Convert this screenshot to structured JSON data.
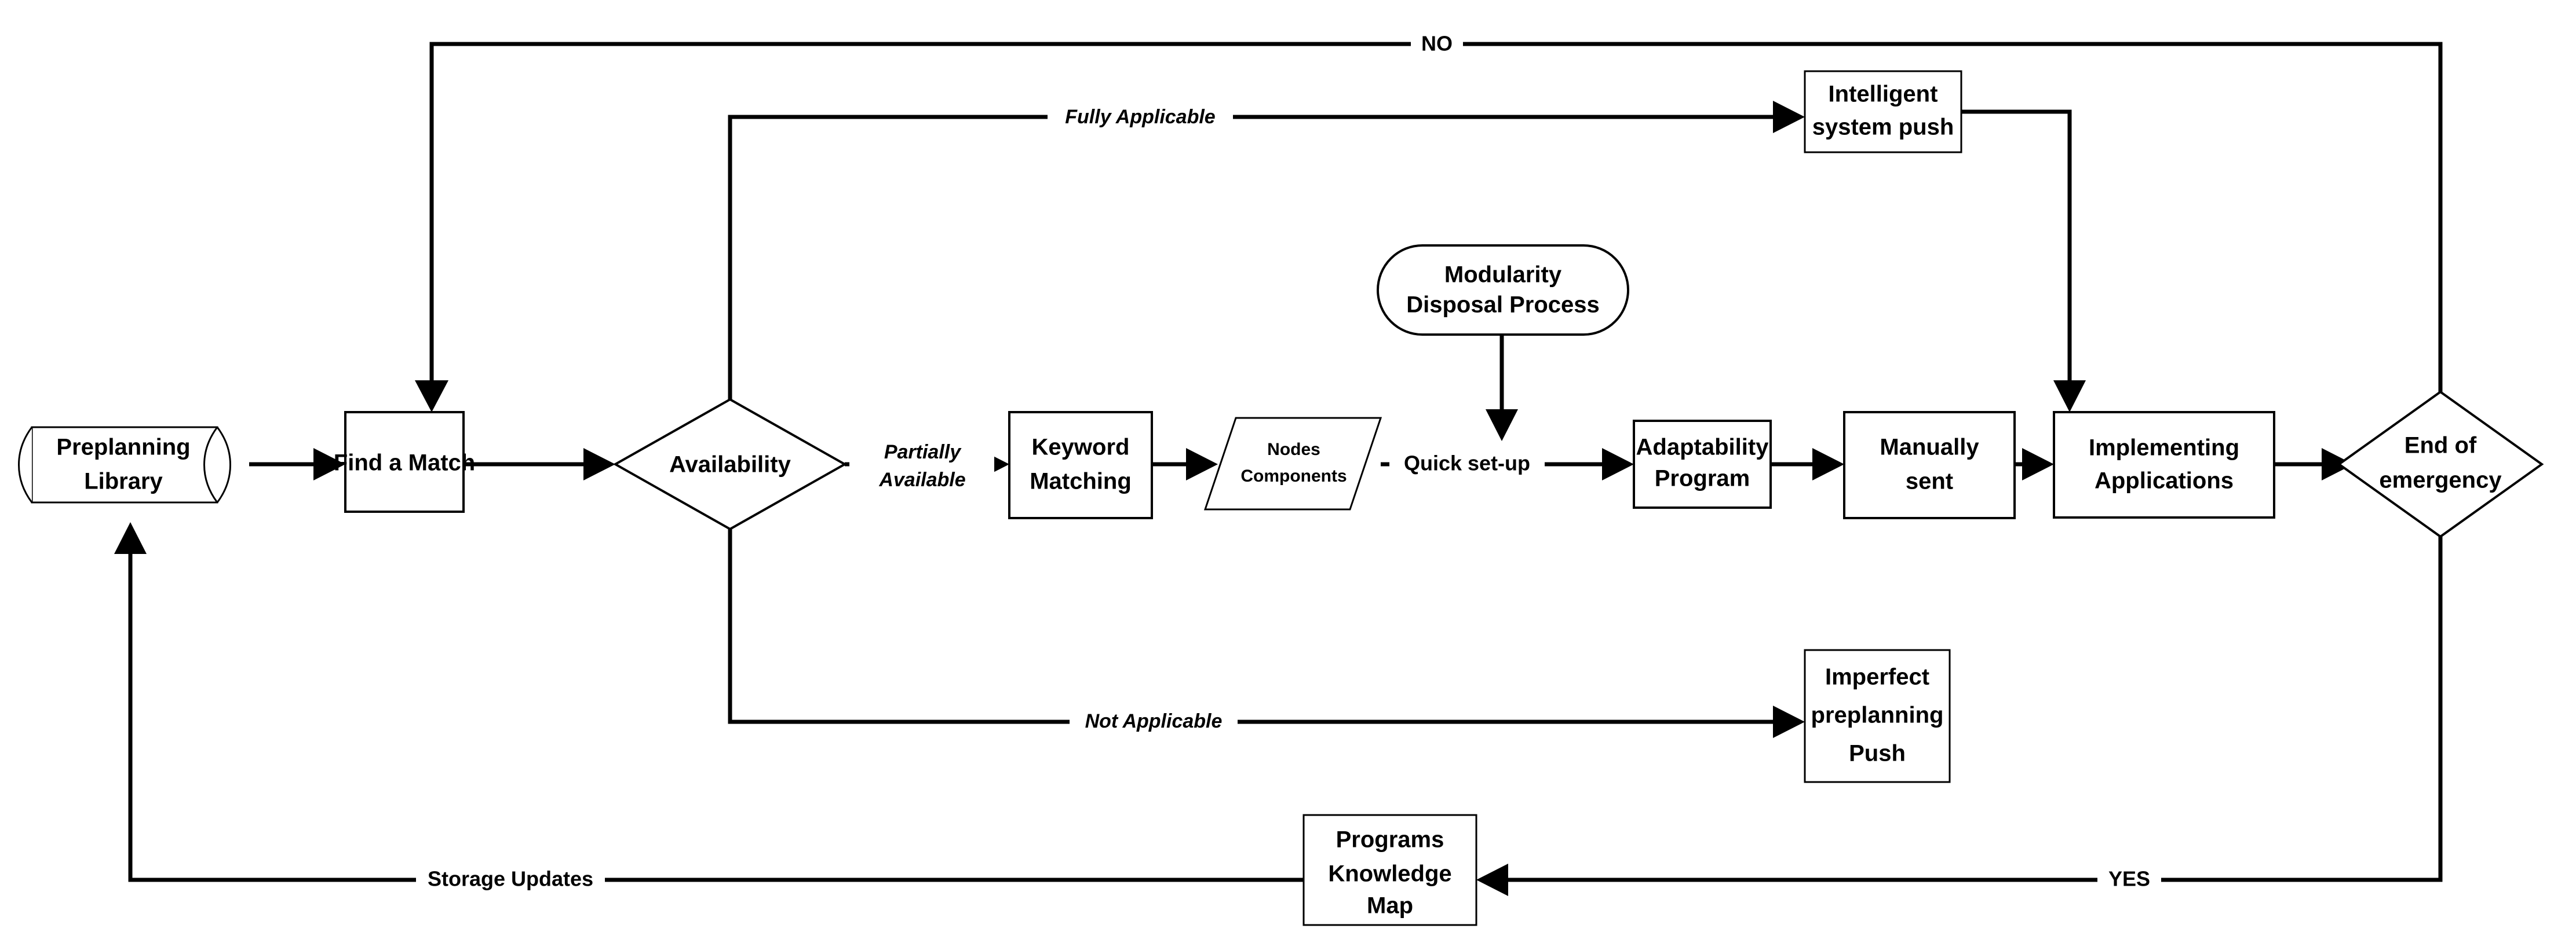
{
  "diagram": {
    "title": "Emergency Preplanning Response Flowchart",
    "stroke_color": "#000000",
    "fill_color": "#ffffff",
    "background": "#ffffff"
  },
  "nodes": [
    {
      "id": "preplanning-library",
      "shape": "cylinder",
      "lines": [
        "Preplanning",
        "Library"
      ]
    },
    {
      "id": "find-a-match",
      "shape": "rectangle",
      "lines": [
        "Find a Match"
      ]
    },
    {
      "id": "availability",
      "shape": "diamond",
      "lines": [
        "Availability"
      ]
    },
    {
      "id": "keyword-matching",
      "shape": "rectangle",
      "lines": [
        "Keyword",
        "Matching"
      ]
    },
    {
      "id": "nodes-components",
      "shape": "parallelogram",
      "lines": [
        "Nodes",
        "Components"
      ]
    },
    {
      "id": "modularity-disposal-process",
      "shape": "rounded",
      "lines": [
        "Modularity",
        "Disposal Process"
      ]
    },
    {
      "id": "adaptability-program",
      "shape": "rectangle",
      "lines": [
        "Adaptability",
        "Program"
      ]
    },
    {
      "id": "manually-sent",
      "shape": "rectangle",
      "lines": [
        "Manually",
        "sent"
      ]
    },
    {
      "id": "implementing-applications",
      "shape": "rectangle",
      "lines": [
        "Implementing",
        "Applications"
      ]
    },
    {
      "id": "end-of-emergency",
      "shape": "diamond",
      "lines": [
        "End of",
        "emergency"
      ]
    },
    {
      "id": "intelligent-system-push",
      "shape": "rectangle",
      "lines": [
        "Intelligent",
        "system push"
      ]
    },
    {
      "id": "imperfect-preplanning-push",
      "shape": "rectangle",
      "lines": [
        "Imperfect",
        "preplanning",
        "Push"
      ]
    },
    {
      "id": "programs-knowledge-map",
      "shape": "rectangle",
      "lines": [
        "Programs",
        "Knowledge",
        "Map"
      ]
    }
  ],
  "node_text": {
    "preplanning_library_l1": "Preplanning",
    "preplanning_library_l2": "Library",
    "find_a_match": "Find a Match",
    "availability": "Availability",
    "keyword_matching_l1": "Keyword",
    "keyword_matching_l2": "Matching",
    "nodes_components_l1": "Nodes",
    "nodes_components_l2": "Components",
    "modularity_l1": "Modularity",
    "modularity_l2": "Disposal Process",
    "adaptability_l1": "Adaptability",
    "adaptability_l2": "Program",
    "manually_sent_l1": "Manually",
    "manually_sent_l2": "sent",
    "implementing_l1": "Implementing",
    "implementing_l2": "Applications",
    "end_of_emergency_l1": "End of",
    "end_of_emergency_l2": "emergency",
    "intelligent_push_l1": "Intelligent",
    "intelligent_push_l2": "system push",
    "imperfect_push_l1": "Imperfect",
    "imperfect_push_l2": "preplanning",
    "imperfect_push_l3": "Push",
    "programs_map_l1": "Programs",
    "programs_map_l2": "Knowledge",
    "programs_map_l3": "Map"
  },
  "edge_labels": {
    "no": "NO",
    "fully_applicable": "Fully Applicable",
    "partially_available_l1": "Partially",
    "partially_available_l2": "Available",
    "quick_set_up": "Quick set-up",
    "not_applicable": "Not Applicable",
    "storage_updates": "Storage Updates",
    "yes": "YES"
  },
  "edges": [
    {
      "from": "preplanning-library",
      "to": "find-a-match",
      "label": ""
    },
    {
      "from": "find-a-match",
      "to": "availability",
      "label": ""
    },
    {
      "from": "availability",
      "to": "keyword-matching",
      "label": "Partially Available"
    },
    {
      "from": "availability",
      "to": "intelligent-system-push",
      "label": "Fully Applicable"
    },
    {
      "from": "availability",
      "to": "imperfect-preplanning-push",
      "label": "Not Applicable"
    },
    {
      "from": "keyword-matching",
      "to": "nodes-components",
      "label": ""
    },
    {
      "from": "nodes-components",
      "to": "adaptability-program",
      "label": "Quick set-up"
    },
    {
      "from": "modularity-disposal-process",
      "to": "adaptability-program",
      "label": ""
    },
    {
      "from": "adaptability-program",
      "to": "manually-sent",
      "label": ""
    },
    {
      "from": "manually-sent",
      "to": "implementing-applications",
      "label": ""
    },
    {
      "from": "intelligent-system-push",
      "to": "implementing-applications",
      "label": ""
    },
    {
      "from": "implementing-applications",
      "to": "end-of-emergency",
      "label": ""
    },
    {
      "from": "end-of-emergency",
      "to": "find-a-match",
      "label": "NO"
    },
    {
      "from": "end-of-emergency",
      "to": "programs-knowledge-map",
      "label": "YES"
    },
    {
      "from": "programs-knowledge-map",
      "to": "preplanning-library",
      "label": "Storage Updates"
    }
  ]
}
